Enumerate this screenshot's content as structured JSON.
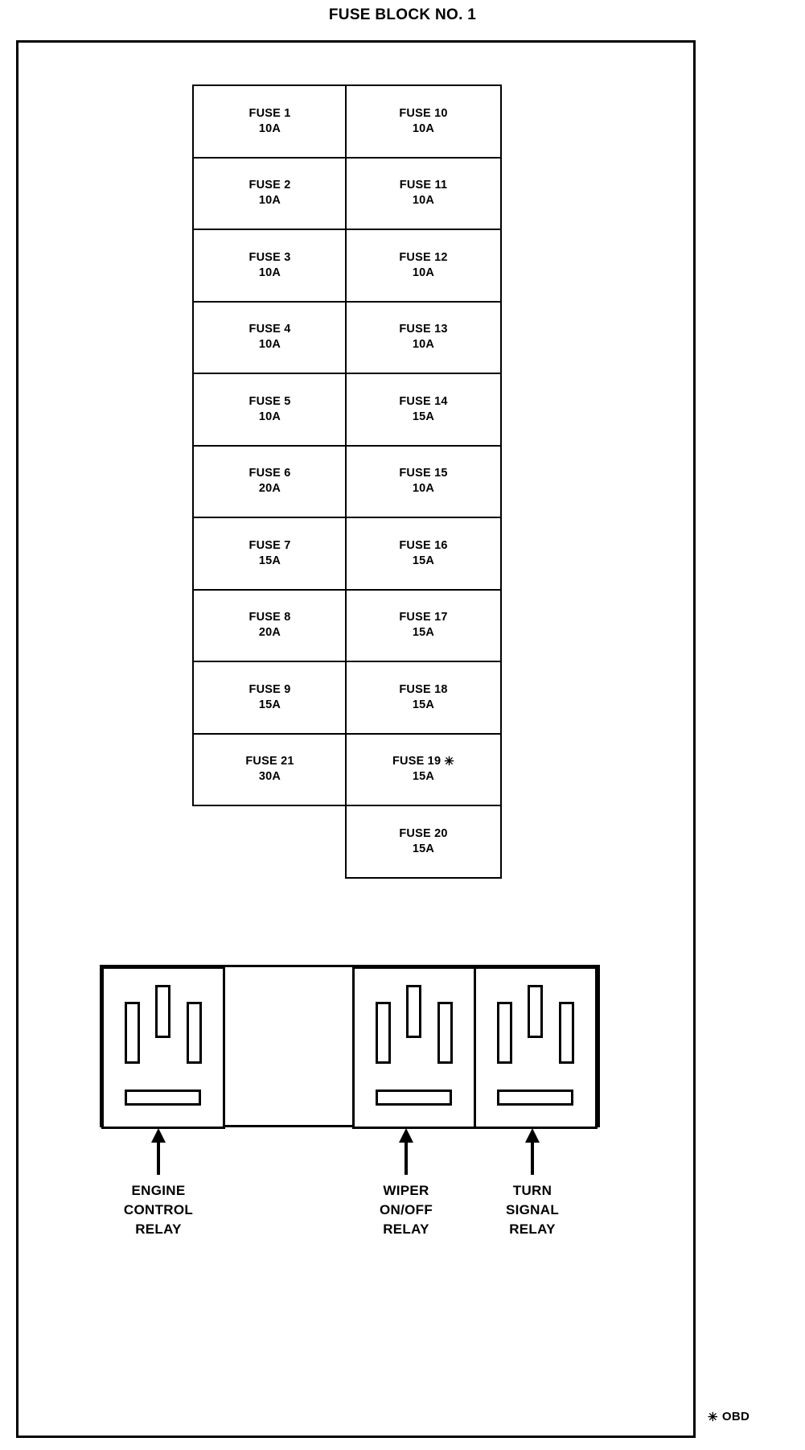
{
  "title": "FUSE BLOCK NO. 1",
  "asterisk_glyph": "✳",
  "fuse_grid": {
    "left_column": [
      {
        "name": "FUSE 1",
        "rating": "10A",
        "marked": false
      },
      {
        "name": "FUSE 2",
        "rating": "10A",
        "marked": false
      },
      {
        "name": "FUSE 3",
        "rating": "10A",
        "marked": false
      },
      {
        "name": "FUSE 4",
        "rating": "10A",
        "marked": false
      },
      {
        "name": "FUSE 5",
        "rating": "10A",
        "marked": false
      },
      {
        "name": "FUSE 6",
        "rating": "20A",
        "marked": false
      },
      {
        "name": "FUSE 7",
        "rating": "15A",
        "marked": false
      },
      {
        "name": "FUSE 8",
        "rating": "20A",
        "marked": false
      },
      {
        "name": "FUSE 9",
        "rating": "15A",
        "marked": false
      },
      {
        "name": "FUSE 21",
        "rating": "30A",
        "marked": false
      }
    ],
    "right_column": [
      {
        "name": "FUSE 10",
        "rating": "10A",
        "marked": false
      },
      {
        "name": "FUSE 11",
        "rating": "10A",
        "marked": false
      },
      {
        "name": "FUSE 12",
        "rating": "10A",
        "marked": false
      },
      {
        "name": "FUSE 13",
        "rating": "10A",
        "marked": false
      },
      {
        "name": "FUSE 14",
        "rating": "15A",
        "marked": false
      },
      {
        "name": "FUSE 15",
        "rating": "10A",
        "marked": false
      },
      {
        "name": "FUSE 16",
        "rating": "15A",
        "marked": false
      },
      {
        "name": "FUSE 17",
        "rating": "15A",
        "marked": false
      },
      {
        "name": "FUSE 18",
        "rating": "15A",
        "marked": false
      },
      {
        "name": "FUSE 19",
        "rating": "15A",
        "marked": true
      },
      {
        "name": "FUSE 20",
        "rating": "15A",
        "marked": false
      }
    ]
  },
  "relays": [
    {
      "id": "engine",
      "label_lines": [
        "ENGINE",
        "CONTROL",
        "RELAY"
      ]
    },
    {
      "id": "wiper",
      "label_lines": [
        "WIPER",
        "ON/OFF",
        "RELAY"
      ]
    },
    {
      "id": "turn",
      "label_lines": [
        "TURN",
        "SIGNAL",
        "RELAY"
      ]
    }
  ],
  "footnote": {
    "symbol": "✳",
    "text": "OBD"
  },
  "colors": {
    "line": "#000000",
    "background": "#ffffff"
  }
}
